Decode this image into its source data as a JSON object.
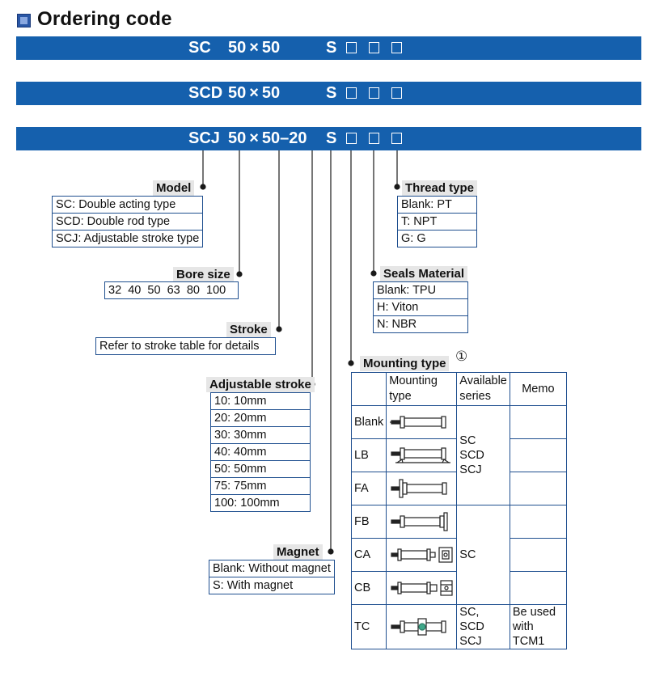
{
  "header": {
    "title": "Ordering code"
  },
  "codes": [
    {
      "model": "SC",
      "size": "50 × 50",
      "suffix": "",
      "magnet": "S"
    },
    {
      "model": "SCD",
      "size": "50 × 50",
      "suffix": "",
      "magnet": "S"
    },
    {
      "model": "SCJ",
      "size": "50 × 50–20",
      "suffix": "",
      "magnet": "S"
    }
  ],
  "model": {
    "label": "Model",
    "rows": [
      "SC: Double acting type",
      "SCD: Double rod type",
      "SCJ: Adjustable stroke type"
    ]
  },
  "bore": {
    "label": "Bore size",
    "values": [
      "32",
      "40",
      "50",
      "63",
      "80",
      "100"
    ]
  },
  "stroke": {
    "label": "Stroke",
    "rows": [
      "Refer to stroke table for details"
    ]
  },
  "adjustable": {
    "label": "Adjustable stroke",
    "rows": [
      "10: 10mm",
      "20: 20mm",
      "30: 30mm",
      "40: 40mm",
      "50: 50mm",
      "75: 75mm",
      "100: 100mm"
    ]
  },
  "magnet": {
    "label": "Magnet",
    "rows": [
      "Blank: Without magnet",
      "S: With magnet"
    ]
  },
  "thread": {
    "label": "Thread type",
    "rows": [
      "Blank: PT",
      "T: NPT",
      "G: G"
    ]
  },
  "seals": {
    "label": "Seals Material",
    "rows": [
      "Blank: TPU",
      "H: Viton",
      "N: NBR"
    ]
  },
  "mounting": {
    "label": "Mounting type",
    "note": "①",
    "headers": {
      "type_line1": "Mounting",
      "type_line2": "type",
      "series_line1": "Available",
      "series_line2": "series",
      "memo": "Memo"
    },
    "rows": [
      {
        "code": "Blank",
        "icon": "basic-cylinder-icon"
      },
      {
        "code": "LB",
        "icon": "foot-mount-cylinder-icon"
      },
      {
        "code": "FA",
        "icon": "front-flange-cylinder-icon"
      },
      {
        "code": "FB",
        "icon": "rear-flange-cylinder-icon"
      },
      {
        "code": "CA",
        "icon": "single-clevis-cylinder-icon"
      },
      {
        "code": "CB",
        "icon": "double-clevis-cylinder-icon"
      },
      {
        "code": "TC",
        "icon": "trunnion-cylinder-icon"
      }
    ],
    "series_group1": [
      "SC",
      "SCD",
      "SCJ"
    ],
    "series_group2": "SC",
    "series_tc_line1": "SC, SCD",
    "series_tc_line2": "SCJ",
    "memo_tc_line1": "Be used",
    "memo_tc_line2": "with TCM1"
  },
  "colors": {
    "bar": "#1560ad",
    "border": "#1f4f8f",
    "label_bg": "#e6e6e6"
  }
}
